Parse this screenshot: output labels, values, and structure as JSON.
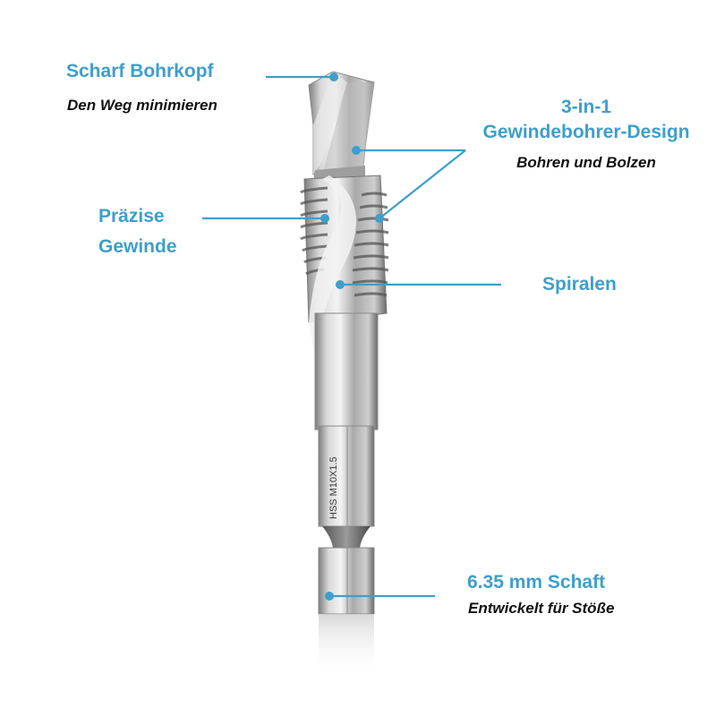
{
  "accent_color": "#3e9fcc",
  "product": {
    "name": "drill-tap-bit",
    "engraving": "HSS M10X1.5"
  },
  "callouts": [
    {
      "title": "Scharf Bohrkopf",
      "subtitle": "Den Weg minimieren"
    },
    {
      "title_line1": "3-in-1",
      "title_line2": "Gewindebohrer-Design",
      "subtitle": "Bohren und Bolzen"
    },
    {
      "title_line1": "Präzise",
      "title_line2": "Gewinde"
    },
    {
      "title": "Spiralen"
    },
    {
      "title": "6.35 mm Schaft",
      "subtitle": "Entwickelt für Stöße"
    }
  ]
}
